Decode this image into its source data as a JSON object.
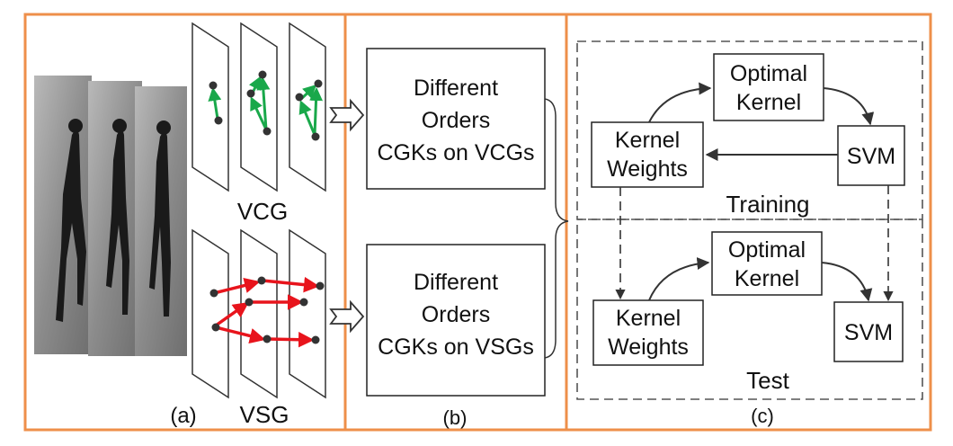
{
  "colors": {
    "panel_border": "#ee8f4a",
    "box_border": "#222222",
    "vcg_edges": "#19a84a",
    "vsg_edges": "#e8141c",
    "frame_bg": "#8a8a8a"
  },
  "panel_a": {
    "label": "(a)",
    "vcg_label": "VCG",
    "vsg_label": "VSG",
    "frames_description_icon": "walking-person-frames"
  },
  "panel_b": {
    "label": "(b)",
    "box1_lines": [
      "Different",
      "Orders",
      "CGKs on VCGs"
    ],
    "box2_lines": [
      "Different",
      "Orders",
      "CGKs on VSGs"
    ]
  },
  "panel_c": {
    "label": "(c)",
    "training": {
      "title": "Training",
      "optimal_kernel_lines": [
        "Optimal",
        "Kernel"
      ],
      "kernel_weights_lines": [
        "Kernel",
        "Weights"
      ],
      "svm": "SVM"
    },
    "test": {
      "title": "Test",
      "optimal_kernel_lines": [
        "Optimal",
        "Kernel"
      ],
      "kernel_weights_lines": [
        "Kernel",
        "Weights"
      ],
      "svm": "SVM"
    }
  }
}
